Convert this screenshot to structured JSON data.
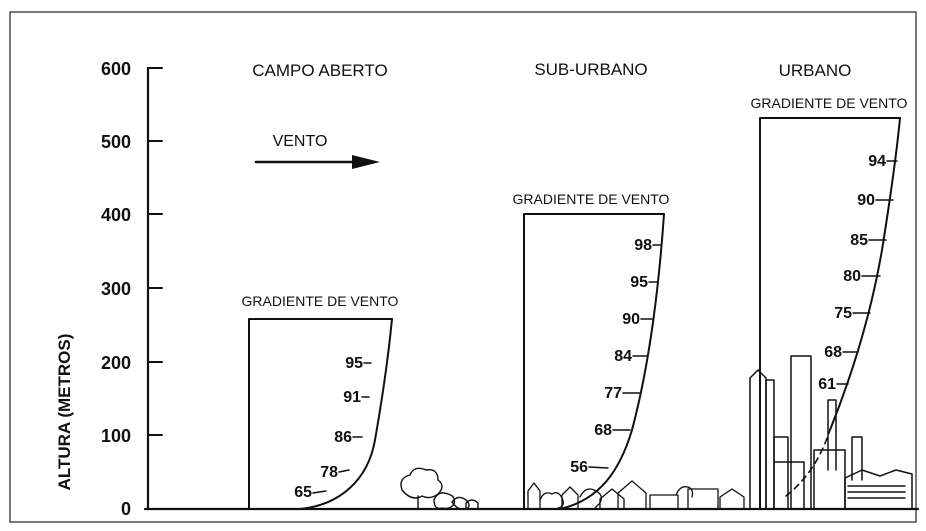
{
  "axis": {
    "ylabel": "ALTURA (METROS)",
    "ticks": [
      "600",
      "500",
      "400",
      "300",
      "200",
      "100",
      "0"
    ]
  },
  "panels": {
    "campo_aberto": {
      "title": "CAMPO ABERTO",
      "wind_label": "VENTO",
      "gradient_label": "GRADIENTE DE VENTO",
      "percents": [
        "95",
        "91",
        "86",
        "78",
        "65"
      ]
    },
    "sub_urbano": {
      "title": "SUB-URBANO",
      "gradient_label": "GRADIENTE DE VENTO",
      "percents": [
        "98",
        "95",
        "90",
        "84",
        "77",
        "68",
        "56"
      ]
    },
    "urbano": {
      "title": "URBANO",
      "gradient_label": "GRADIENTE DE VENTO",
      "percents": [
        "94",
        "90",
        "85",
        "80",
        "75",
        "68",
        "61"
      ]
    }
  },
  "colors": {
    "ink": "#111111",
    "paper": "#ffffff"
  }
}
